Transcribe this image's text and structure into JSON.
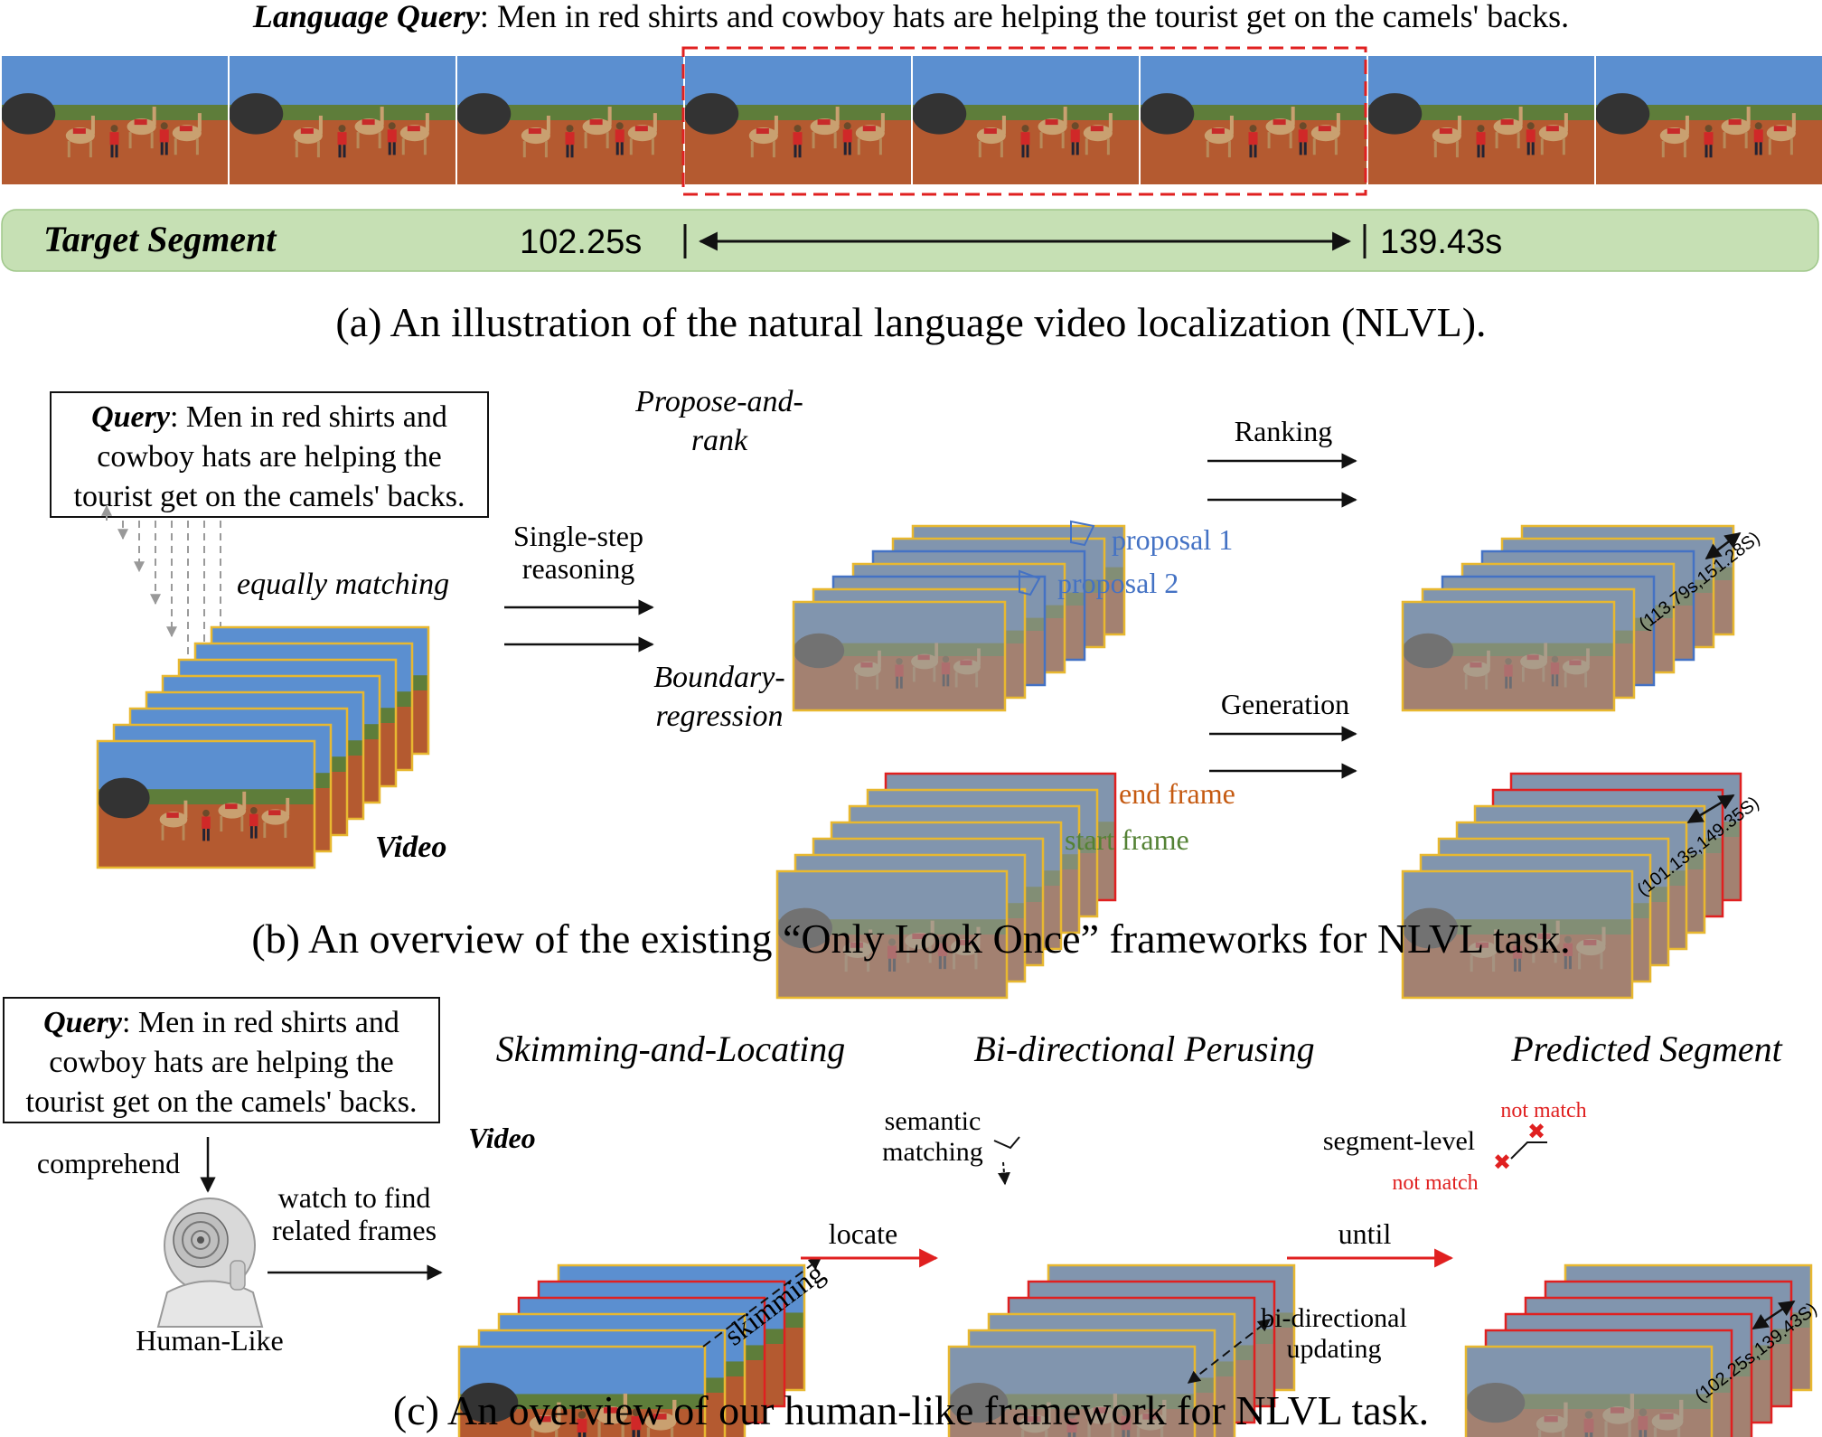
{
  "section_a": {
    "query_label": "Language Query",
    "query_text": ": Men in red shirts and cowboy hats are helping the tourist get on the camels' backs.",
    "target_label": "Target Segment",
    "start_time": "102.25s",
    "end_time": "139.43s",
    "caption": "(a) An illustration of the natural language video localization (NLVL)."
  },
  "section_b": {
    "query_label": "Query",
    "query_lines": [
      ": Men in red shirts and",
      "cowboy hats are helping the",
      "tourist get on the camels' backs."
    ],
    "equally_matching": "equally matching",
    "video_label": "Video",
    "single_step": [
      "Single-step",
      "reasoning"
    ],
    "propose_rank": [
      "Propose-and-",
      "rank"
    ],
    "boundary_regression": [
      "Boundary-",
      "regression"
    ],
    "proposal_1": "proposal 1",
    "proposal_2": "proposal 2",
    "ranking": "Ranking",
    "generation": "Generation",
    "end_frame": "end frame",
    "start_frame": "start frame",
    "result_top": "(113.79s,151.28S)",
    "result_bottom": "(101.13s,149.35S)",
    "caption": "(b) An overview of the existing “Only Look Once” frameworks for NLVL task."
  },
  "section_c": {
    "query_label": "Query",
    "query_lines": [
      ": Men in red shirts and",
      "cowboy hats are helping the",
      "tourist get on the camels' backs."
    ],
    "comprehend": "comprehend",
    "human_like": "Human-Like",
    "watch": [
      "watch to find",
      "related frames"
    ],
    "skimming_locating": "Skimming-and-Locating",
    "video_label": "Video",
    "skimming": "skimming",
    "locate": "locate",
    "bi_perusing": "Bi-directional Perusing",
    "semantic_matching": [
      "semantic",
      "matching"
    ],
    "bi_updating": [
      "bi-directional",
      "updating"
    ],
    "until": "until",
    "predicted_segment": "Predicted Segment",
    "not_match_1": "not match",
    "not_match_2": "not match",
    "segment_level": "segment-level",
    "result": "(102.25s,139.43S)",
    "caption": "(c) An overview of our human-like framework for NLVL task."
  },
  "colors": {
    "highlight_red": "#e02020",
    "frame_gold": "#e8b830",
    "proposal_blue": "#4472c4",
    "end_orange": "#c55a11",
    "start_green": "#548235",
    "segment_bar": "#c6e0b4"
  }
}
